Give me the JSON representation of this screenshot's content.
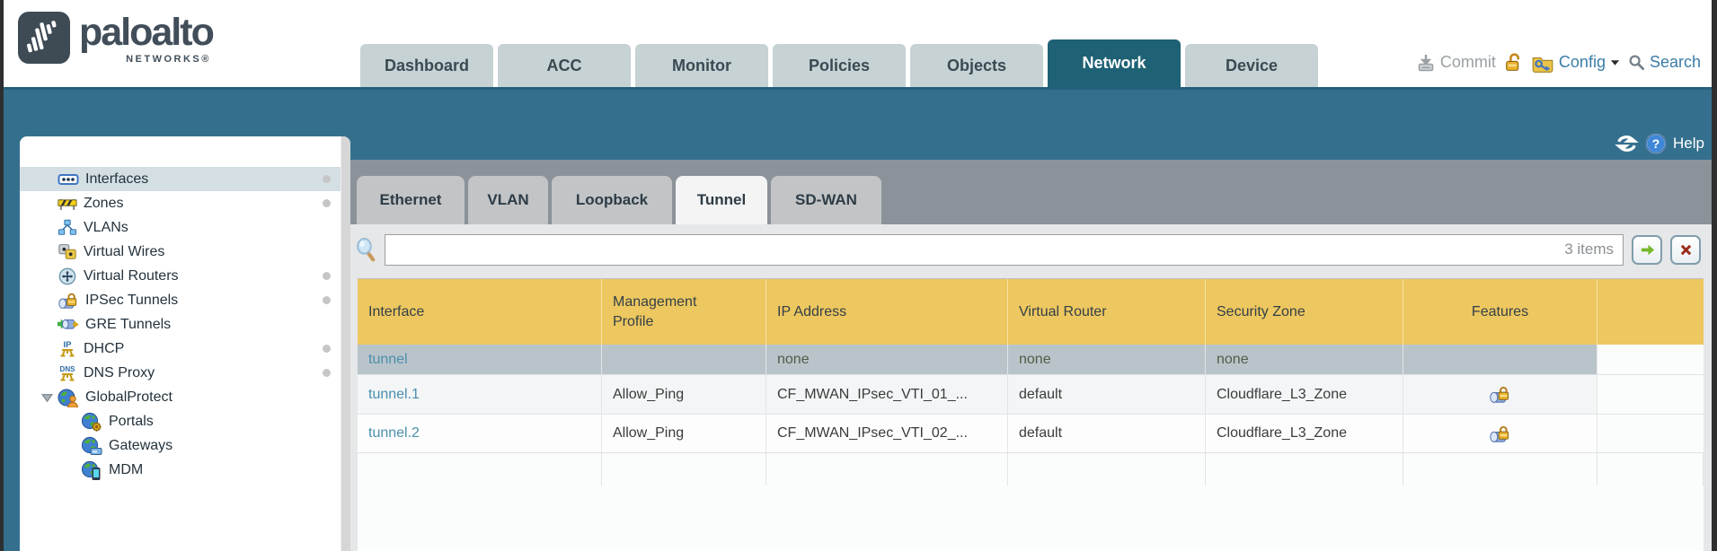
{
  "brand": {
    "name": "paloalto",
    "subtitle": "NETWORKS®"
  },
  "header": {
    "tabs": [
      {
        "label": "Dashboard"
      },
      {
        "label": "ACC"
      },
      {
        "label": "Monitor"
      },
      {
        "label": "Policies"
      },
      {
        "label": "Objects"
      },
      {
        "label": "Network",
        "active": true
      },
      {
        "label": "Device"
      }
    ],
    "actions": {
      "commit_label": "Commit",
      "config_label": "Config",
      "search_label": "Search"
    }
  },
  "toolbar": {
    "help_label": "Help"
  },
  "sidebar": {
    "items": [
      {
        "label": "Interfaces",
        "icon": "interfaces-icon",
        "selected": true,
        "dot": true
      },
      {
        "label": "Zones",
        "icon": "zones-icon",
        "dot": true
      },
      {
        "label": "VLANs",
        "icon": "vlans-icon"
      },
      {
        "label": "Virtual Wires",
        "icon": "virtual-wires-icon"
      },
      {
        "label": "Virtual Routers",
        "icon": "virtual-routers-icon",
        "dot": true
      },
      {
        "label": "IPSec Tunnels",
        "icon": "ipsec-tunnels-icon",
        "dot": true
      },
      {
        "label": "GRE Tunnels",
        "icon": "gre-tunnels-icon"
      },
      {
        "label": "DHCP",
        "icon": "dhcp-icon",
        "dot": true
      },
      {
        "label": "DNS Proxy",
        "icon": "dns-proxy-icon",
        "dot": true
      },
      {
        "label": "GlobalProtect",
        "icon": "globalprotect-icon",
        "expanded": true
      },
      {
        "label": "Portals",
        "icon": "portals-icon",
        "child": true
      },
      {
        "label": "Gateways",
        "icon": "gateways-icon",
        "child": true
      },
      {
        "label": "MDM",
        "icon": "mdm-icon",
        "child": true
      }
    ]
  },
  "subtabs": [
    {
      "label": "Ethernet"
    },
    {
      "label": "VLAN"
    },
    {
      "label": "Loopback"
    },
    {
      "label": "Tunnel",
      "active": true
    },
    {
      "label": "SD-WAN"
    }
  ],
  "filter": {
    "value": "",
    "items_count": "3 items"
  },
  "table": {
    "columns": [
      {
        "label": "Interface"
      },
      {
        "label": "Management Profile"
      },
      {
        "label": "IP Address"
      },
      {
        "label": "Virtual Router"
      },
      {
        "label": "Security Zone"
      },
      {
        "label": "Features"
      },
      {
        "label": ""
      }
    ],
    "rows": [
      {
        "cells": [
          "tunnel",
          "",
          "none",
          "none",
          "none"
        ],
        "features_icon": false
      },
      {
        "cells": [
          "tunnel.1",
          "Allow_Ping",
          "CF_MWAN_IPsec_VTI_01_...",
          "default",
          "Cloudflare_L3_Zone"
        ],
        "features_icon": true
      },
      {
        "cells": [
          "tunnel.2",
          "Allow_Ping",
          "CF_MWAN_IPsec_VTI_02_...",
          "default",
          "Cloudflare_L3_Zone"
        ],
        "features_icon": true
      }
    ]
  },
  "colors": {
    "teal_band": "#34708e",
    "active_tab": "#1f6175",
    "table_header": "#edc75f",
    "selected_row": "#b9c4ca",
    "link": "#4a8fae",
    "panel": "#e6e7e8",
    "gray_band": "#8c9299"
  }
}
